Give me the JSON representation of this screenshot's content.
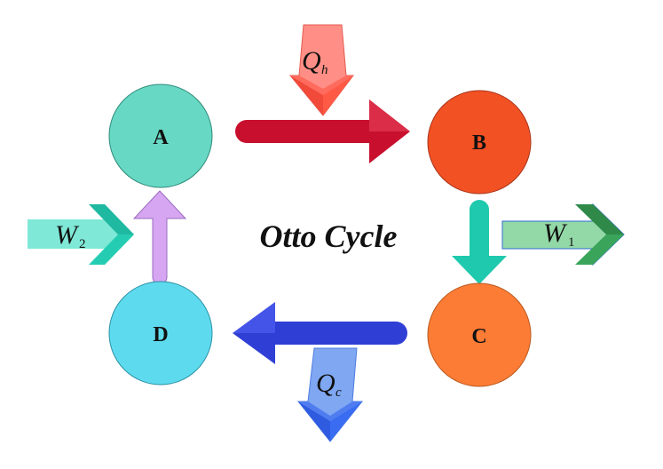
{
  "title": "Otto Cycle",
  "nodes": {
    "a": {
      "label": "A",
      "color": "#67d8c4"
    },
    "b": {
      "label": "B",
      "color": "#f25124"
    },
    "c": {
      "label": "C",
      "color": "#fd7c35"
    },
    "d": {
      "label": "D",
      "color": "#5edaee"
    }
  },
  "heat_in": {
    "symbol": "Q",
    "subscript": "h"
  },
  "heat_out": {
    "symbol": "Q",
    "subscript": "c"
  },
  "work_out": {
    "symbol": "W",
    "subscript": "1"
  },
  "work_in": {
    "symbol": "W",
    "subscript": "2"
  },
  "colors": {
    "arrow_a_b": "#c8102e",
    "arrow_b_c": "#1fc9ad",
    "arrow_c_d": "#2f3fd6",
    "arrow_d_a": "#d6a6f2",
    "heat_in_arrow": "#ff8f86",
    "heat_out_arrow": "#7fa7f2",
    "work_out_arrow": "#93d9a7",
    "work_in_arrow": "#7fe8d6"
  }
}
